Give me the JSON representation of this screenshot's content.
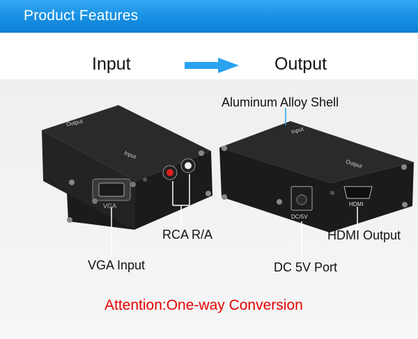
{
  "banner": {
    "title": "Product Features"
  },
  "io": {
    "input": "Input",
    "output": "Output"
  },
  "callouts": {
    "shell": "Aluminum Alloy Shell",
    "rca": "RCA R/A",
    "hdmi": "HDMI Output",
    "vga": "VGA Input",
    "dc": "DC 5V Port"
  },
  "device_text": {
    "left_top": "Output",
    "left_side": "Input",
    "vga_port": "VGA",
    "right_top": "Input",
    "right_side": "Output",
    "dc_port": "DC/5V",
    "hdmi_port": "HDMI"
  },
  "note": "Attention:One-way Conversion",
  "colors": {
    "banner": "#168fe3",
    "arrow": "#2aa2f0",
    "attention": "#e60000"
  }
}
